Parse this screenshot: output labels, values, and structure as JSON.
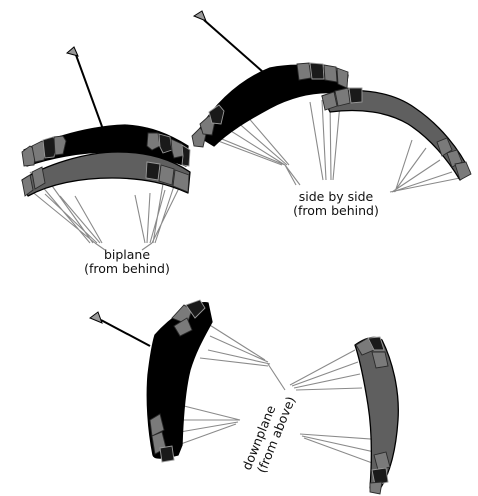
{
  "labels": {
    "biplane_1": "biplane",
    "biplane_2": "(from behind)",
    "side_1": "side by side",
    "side_2": "(from behind)",
    "down_1": "downplane",
    "down_2": "(from above)"
  },
  "colors": {
    "dark_canopy": "#000000",
    "grey_canopy": "#5f5f5f",
    "lines": "#8a8a8a",
    "background": "#ffffff"
  }
}
